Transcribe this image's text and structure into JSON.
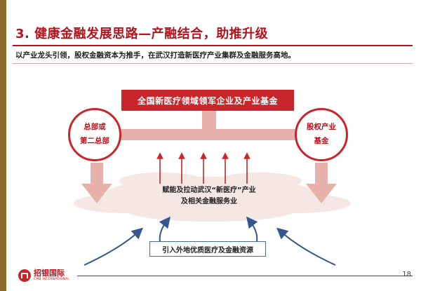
{
  "title": "3. 健康金融发展思路—产融结合，助推升级",
  "subtitle": "以产业龙头引领，股权金融资本为推手，在武汉打造新医疗产业集群及金融服务高地。",
  "diagram": {
    "top_box": "全国新医疗领域领军企业及产业基金",
    "left_circle": [
      "总部或",
      "第二总部"
    ],
    "right_circle": [
      "股权产业",
      "基金"
    ],
    "center_text": [
      "赋能及拉动武汉“新医疗”产业",
      "及相关金融服务业"
    ],
    "bottom_box": "引入外地优质医疗及金融资源"
  },
  "footer": {
    "logo_cn": "招银国际",
    "logo_en": "CMB INTERNATIONAL",
    "page_number": "18"
  },
  "colors": {
    "accent_red": "#c8262b",
    "arrow_pink": "#e7b2ac",
    "arrow_blue": "#34578c",
    "gold_bar": "#8b6a2e"
  }
}
